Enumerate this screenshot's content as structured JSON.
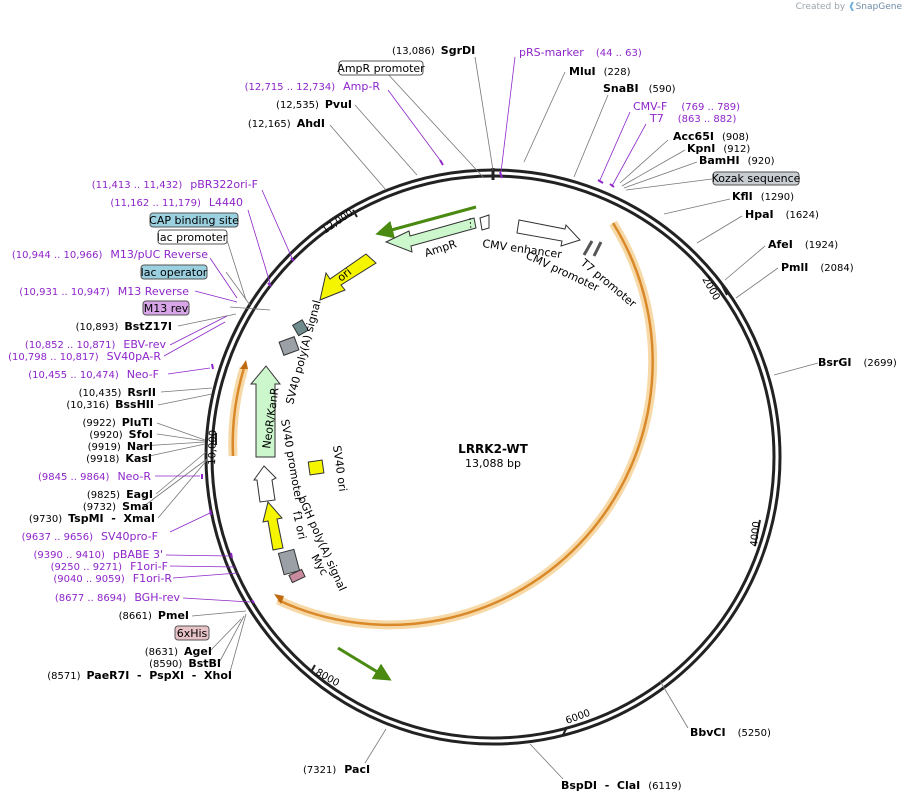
{
  "credit": {
    "prefix": "Created by",
    "brand": "SnapGene"
  },
  "plasmid": {
    "name": "LRRK2-WT",
    "size": "13,088 bp"
  },
  "ticks": [
    {
      "label": "2000"
    },
    {
      "label": "4000"
    },
    {
      "label": "6000"
    },
    {
      "label": "8000"
    },
    {
      "label": "10,000"
    },
    {
      "label": "12,000"
    }
  ],
  "sites": [
    {
      "pos": "(13,086)",
      "name": "SgrDI"
    },
    {
      "pos": "(228)",
      "name": "MluI"
    },
    {
      "pos": "(590)",
      "name": "SnaBI"
    },
    {
      "pos": "(908)",
      "name": "Acc65I"
    },
    {
      "pos": "(912)",
      "name": "KpnI"
    },
    {
      "pos": "(920)",
      "name": "BamHI"
    },
    {
      "pos": "(1290)",
      "name": "KflI"
    },
    {
      "pos": "(1624)",
      "name": "HpaI"
    },
    {
      "pos": "(1924)",
      "name": "AfeI"
    },
    {
      "pos": "(2084)",
      "name": "PmlI"
    },
    {
      "pos": "(2699)",
      "name": "BsrGI"
    },
    {
      "pos": "(5250)",
      "name": "BbvCI"
    },
    {
      "pos": "(6119)",
      "name": "BspDI  -  ClaI"
    },
    {
      "pos": "(7321)",
      "name": "PacI"
    },
    {
      "pos": "(12,535)",
      "name": "PvuI"
    },
    {
      "pos": "(12,165)",
      "name": "AhdI"
    },
    {
      "pos": "(10,893)",
      "name": "BstZ17I"
    },
    {
      "pos": "(10,435)",
      "name": "RsrII"
    },
    {
      "pos": "(10,316)",
      "name": "BssHII"
    },
    {
      "pos": "(9922)",
      "name": "PluTI"
    },
    {
      "pos": "(9920)",
      "name": "SfoI"
    },
    {
      "pos": "(9919)",
      "name": "NarI"
    },
    {
      "pos": "(9918)",
      "name": "KasI"
    },
    {
      "pos": "(9825)",
      "name": "EagI"
    },
    {
      "pos": "(9732)",
      "name": "SmaI"
    },
    {
      "pos": "(9730)",
      "name": "TspMI  -  XmaI"
    },
    {
      "pos": "(8661)",
      "name": "PmeI"
    },
    {
      "pos": "(8631)",
      "name": "AgeI"
    },
    {
      "pos": "(8590)",
      "name": "BstBI"
    },
    {
      "pos": "(8571)",
      "name": "PaeR7I  -  PspXI  -  XhoI"
    }
  ],
  "primers": [
    {
      "range": "(44 .. 63)",
      "name": "pRS-marker"
    },
    {
      "range": "(769 .. 789)",
      "name": "CMV-F"
    },
    {
      "range": "(863 .. 882)",
      "name": "T7"
    },
    {
      "range": "(12,715 .. 12,734)",
      "name": "Amp-R"
    },
    {
      "range": "(11,413 .. 11,432)",
      "name": "pBR322ori-F"
    },
    {
      "range": "(11,162 .. 11,179)",
      "name": "L4440"
    },
    {
      "range": "(10,944 .. 10,966)",
      "name": "M13/pUC Reverse"
    },
    {
      "range": "(10,931 .. 10,947)",
      "name": "M13 Reverse"
    },
    {
      "range": "(10,852 .. 10,871)",
      "name": "EBV-rev"
    },
    {
      "range": "(10,798 .. 10,817)",
      "name": "SV40pA-R"
    },
    {
      "range": "(10,455 .. 10,474)",
      "name": "Neo-F"
    },
    {
      "range": "(9845 .. 9864)",
      "name": "Neo-R"
    },
    {
      "range": "(9637 .. 9656)",
      "name": "SV40pro-F"
    },
    {
      "range": "(9390 .. 9410)",
      "name": "pBABE 3'"
    },
    {
      "range": "(9250 .. 9271)",
      "name": "F1ori-F"
    },
    {
      "range": "(9040 .. 9059)",
      "name": "F1ori-R"
    },
    {
      "range": "(8677 .. 8694)",
      "name": "BGH-rev"
    }
  ],
  "boxed": [
    {
      "name": "AmpR promoter",
      "color": "#ffffff"
    },
    {
      "name": "Kozak sequence",
      "color": "#c8cdd2"
    },
    {
      "name": "CAP binding site",
      "color": "#9ad0df"
    },
    {
      "name": "lac promoter",
      "color": "#ffffff"
    },
    {
      "name": "lac operator",
      "color": "#9ad0df"
    },
    {
      "name": "M13 rev",
      "color": "#d8a6e8"
    },
    {
      "name": "6xHis",
      "color": "#e7c3c8"
    }
  ],
  "features": [
    {
      "name": "AmpR"
    },
    {
      "name": "ori"
    },
    {
      "name": "CMV enhancer"
    },
    {
      "name": "CMV promoter"
    },
    {
      "name": "T7 promoter"
    },
    {
      "name": "SV40 poly(A) signal"
    },
    {
      "name": "NeoR/KanR"
    },
    {
      "name": "SV40 promoter"
    },
    {
      "name": "SV40 ori"
    },
    {
      "name": "f1 ori"
    },
    {
      "name": "bGH poly(A) signal"
    },
    {
      "name": "Myc"
    }
  ],
  "colors": {
    "primer": "#8e25c9",
    "ampr": "#ccf7cc",
    "ori": "#f5f500",
    "orf": "#f0a030",
    "arrowhead": "#4a8a10"
  }
}
